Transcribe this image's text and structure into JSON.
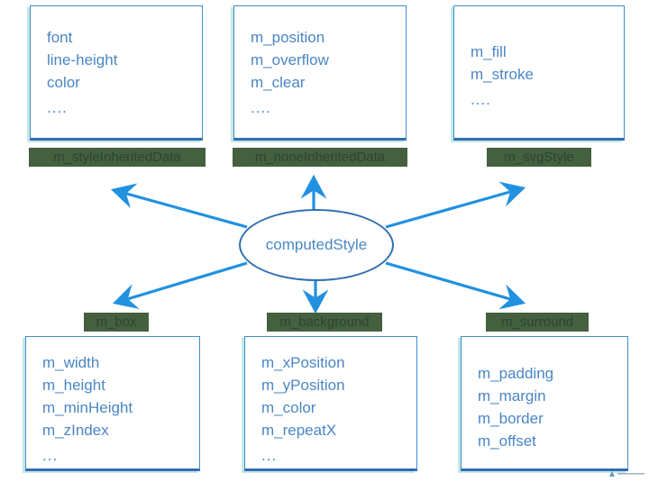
{
  "diagram": {
    "type": "class-composition-diagram",
    "center_node": {
      "label": "computedStyle",
      "shape": "ellipse"
    },
    "colors": {
      "node_text": "#4a86c5",
      "node_border": "#2f6fb3",
      "box_border": "#3d8ed0",
      "arrow": "#2191e0",
      "label_background": "#44603f",
      "label_text": "#2c4432",
      "canvas": "#ffffff"
    },
    "members": [
      {
        "id": "style-inherited-data",
        "label": "m_styleInheritedData",
        "fields": [
          "font",
          "line-height",
          "color",
          "...."
        ]
      },
      {
        "id": "none-inherited-data",
        "label": "m_noneInheritedData",
        "fields": [
          "m_position",
          "m_overflow",
          "m_clear",
          "...."
        ]
      },
      {
        "id": "svg-style",
        "label": "m_svgStyle",
        "fields": [
          "m_fill",
          "m_stroke",
          "...."
        ]
      },
      {
        "id": "box",
        "label": "m_box",
        "fields": [
          "m_width",
          "m_height",
          "m_minHeight",
          "m_zIndex",
          "..."
        ]
      },
      {
        "id": "background",
        "label": "m_background",
        "fields": [
          "m_xPosition",
          "m_yPosition",
          "m_color",
          "m_repeatX",
          "..."
        ]
      },
      {
        "id": "surround",
        "label": "m_surround",
        "fields": [
          "m_padding",
          "m_margin",
          "m_border",
          "m_offset"
        ]
      }
    ],
    "arrows": [
      {
        "id": "arrow-to-style-inherited-data",
        "direction": "up-left"
      },
      {
        "id": "arrow-to-none-inherited-data",
        "direction": "up"
      },
      {
        "id": "arrow-to-svg-style",
        "direction": "up-right"
      },
      {
        "id": "arrow-to-box",
        "direction": "down-left"
      },
      {
        "id": "arrow-to-background",
        "direction": "down"
      },
      {
        "id": "arrow-to-surround",
        "direction": "down-right"
      }
    ]
  }
}
